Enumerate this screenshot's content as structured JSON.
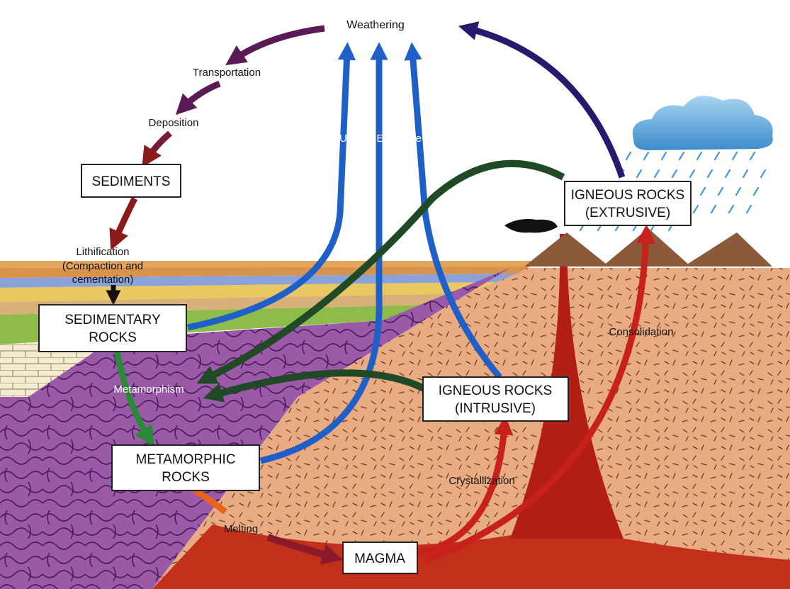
{
  "stages": {
    "sediments": "SEDIMENTS",
    "sedimentary_rocks": [
      "SEDIMENTARY",
      "ROCKS"
    ],
    "metamorphic_rocks": [
      "METAMORPHIC",
      "ROCKS"
    ],
    "magma": "MAGMA",
    "igneous_intrusive": [
      "IGNEOUS ROCKS",
      "(INTRUSIVE)"
    ],
    "igneous_extrusive": [
      "IGNEOUS ROCKS",
      "(EXTRUSIVE)"
    ]
  },
  "processes": {
    "weathering": "Weathering",
    "transportation": "Transportation",
    "deposition": "Deposition",
    "lithification": [
      "Lithification",
      "(Compaction and",
      "cementation)"
    ],
    "uplift_exposure": "Uplift & Exposure",
    "metamorphism": "Metamorphism",
    "melting": "Melting",
    "crystallization": "Crystallization",
    "consolidation": "Consolidation"
  },
  "colors": {
    "surface_arrow": "#5a1a55",
    "sediment_arrow": "#8b1a1a",
    "uplift_arrow": "#1f5fc8",
    "metamorphism_arrow": "#1f4a25",
    "extrusive_arrow": "#241a6e",
    "magma_arrow": "#c8201a",
    "melting_arrow": "#e8641a",
    "metamorphic_rock": "#9a5aa8",
    "crust": "#e8ab82",
    "magma_fill": "#c2301c",
    "cloud": "#5aa8dc"
  }
}
